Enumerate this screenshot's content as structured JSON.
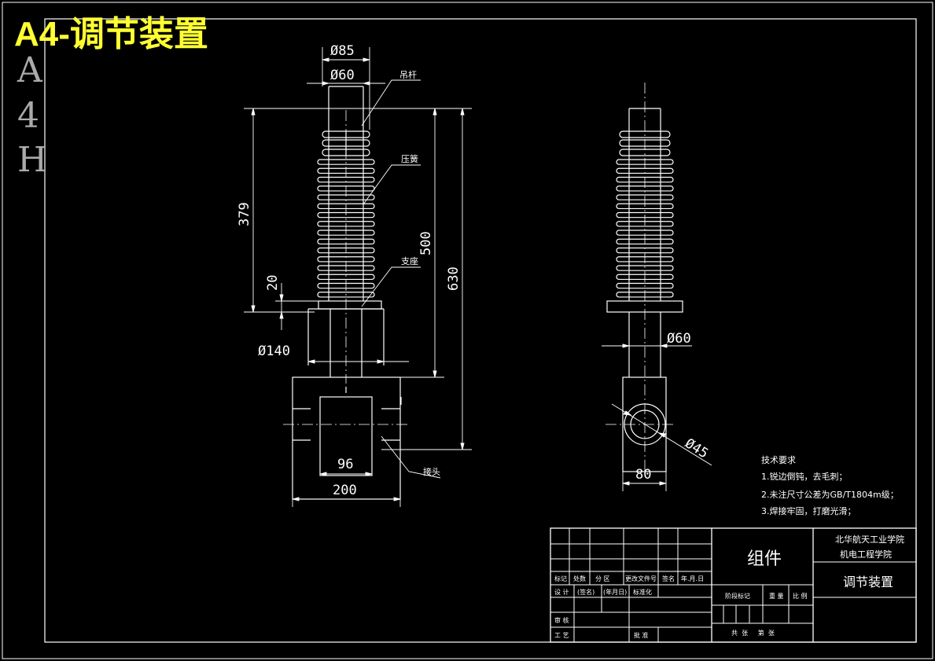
{
  "sheet": {
    "banner": "A4-调节装置",
    "size_code": [
      "A",
      "4",
      "H"
    ]
  },
  "front_view": {
    "dims": {
      "d85": "Ø85",
      "d60": "Ø60",
      "h379": "379",
      "h20": "20",
      "h500": "500",
      "h630": "630",
      "d140": "Ø140",
      "w96": "96",
      "w200": "200"
    },
    "labels": {
      "rod": "吊杆",
      "spring": "压簧",
      "support": "支座",
      "joint": "接头"
    }
  },
  "side_view": {
    "dims": {
      "d60": "Ø60",
      "d45": "Ø45",
      "w80": "80"
    }
  },
  "tech_notes": {
    "title": "技术要求",
    "items": [
      "1.锐边倒钝，去毛刺；",
      "2.未注尺寸公差为GB/T1804m级；",
      "3.焊接牢固，打磨光滑；"
    ]
  },
  "title_block": {
    "drawing_type": "组件",
    "school": "北华航天工业学院",
    "department": "机电工程学院",
    "drawing_name": "调节装置",
    "row_headers": [
      "标记",
      "处数",
      "分 区",
      "更改文件号",
      "签名",
      "年.月.日"
    ],
    "design_row": [
      "设 计",
      "(签名)",
      "(年月日)",
      "标准化"
    ],
    "review": "审 核",
    "process": "工 艺",
    "approve": "批 准",
    "stage_label": "阶段标记",
    "weight_label": "重 量",
    "scale_label": "比 例",
    "sheet_count": "共  张     第  张"
  }
}
